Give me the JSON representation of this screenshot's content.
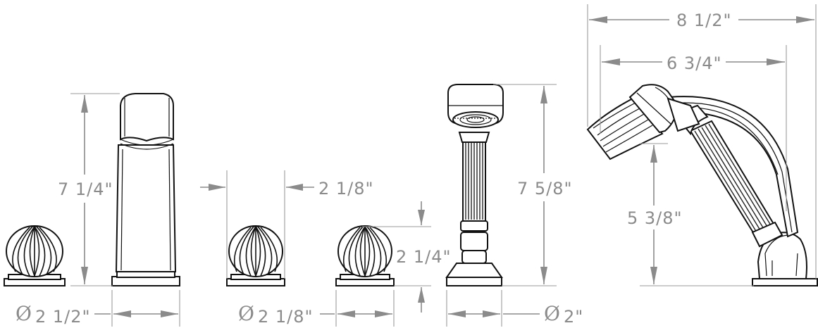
{
  "dimensions": {
    "overall_width": "8 1/2\"",
    "inner_width": "6 3/4\"",
    "spout_height": "7 1/4\"",
    "handle_spacing": "2 1/8\"",
    "handshower_height": "7 5/8\"",
    "handle_height": "2 1/4\"",
    "cradle_height": "5 3/8\"",
    "phi_symbol": "Ø",
    "handle_base_diameter": "2 1/2\"",
    "valve_base_diameter": "2 1/8\"",
    "handshower_base_diameter": "2\""
  }
}
